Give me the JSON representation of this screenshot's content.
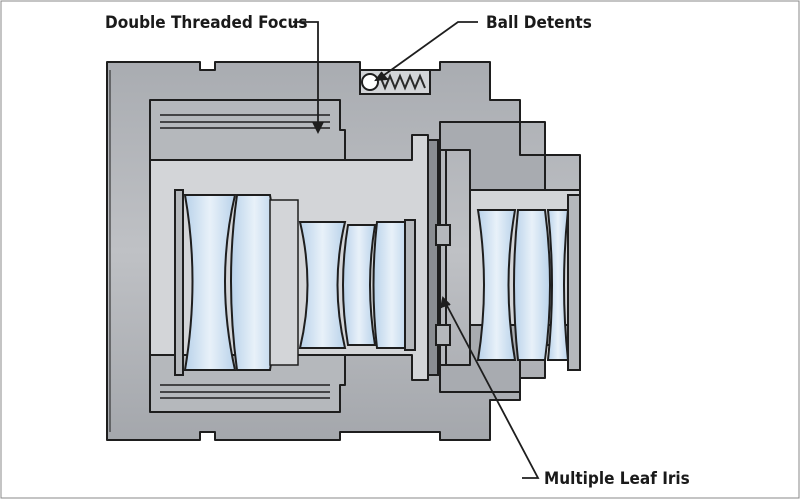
{
  "labels": {
    "double_threaded_focus": "Double Threaded Focus",
    "ball_detents": "Ball Detents",
    "multiple_leaf_iris": "Multiple Leaf Iris"
  },
  "colors": {
    "metal": "#9ea1a6",
    "metal_light": "#c6c8cc",
    "metal_dark": "#7f8288",
    "outline": "#1e1e1e",
    "glass": "#c9dcee",
    "glass_light": "#e6f0f8",
    "spring": "#2a2a2a"
  }
}
